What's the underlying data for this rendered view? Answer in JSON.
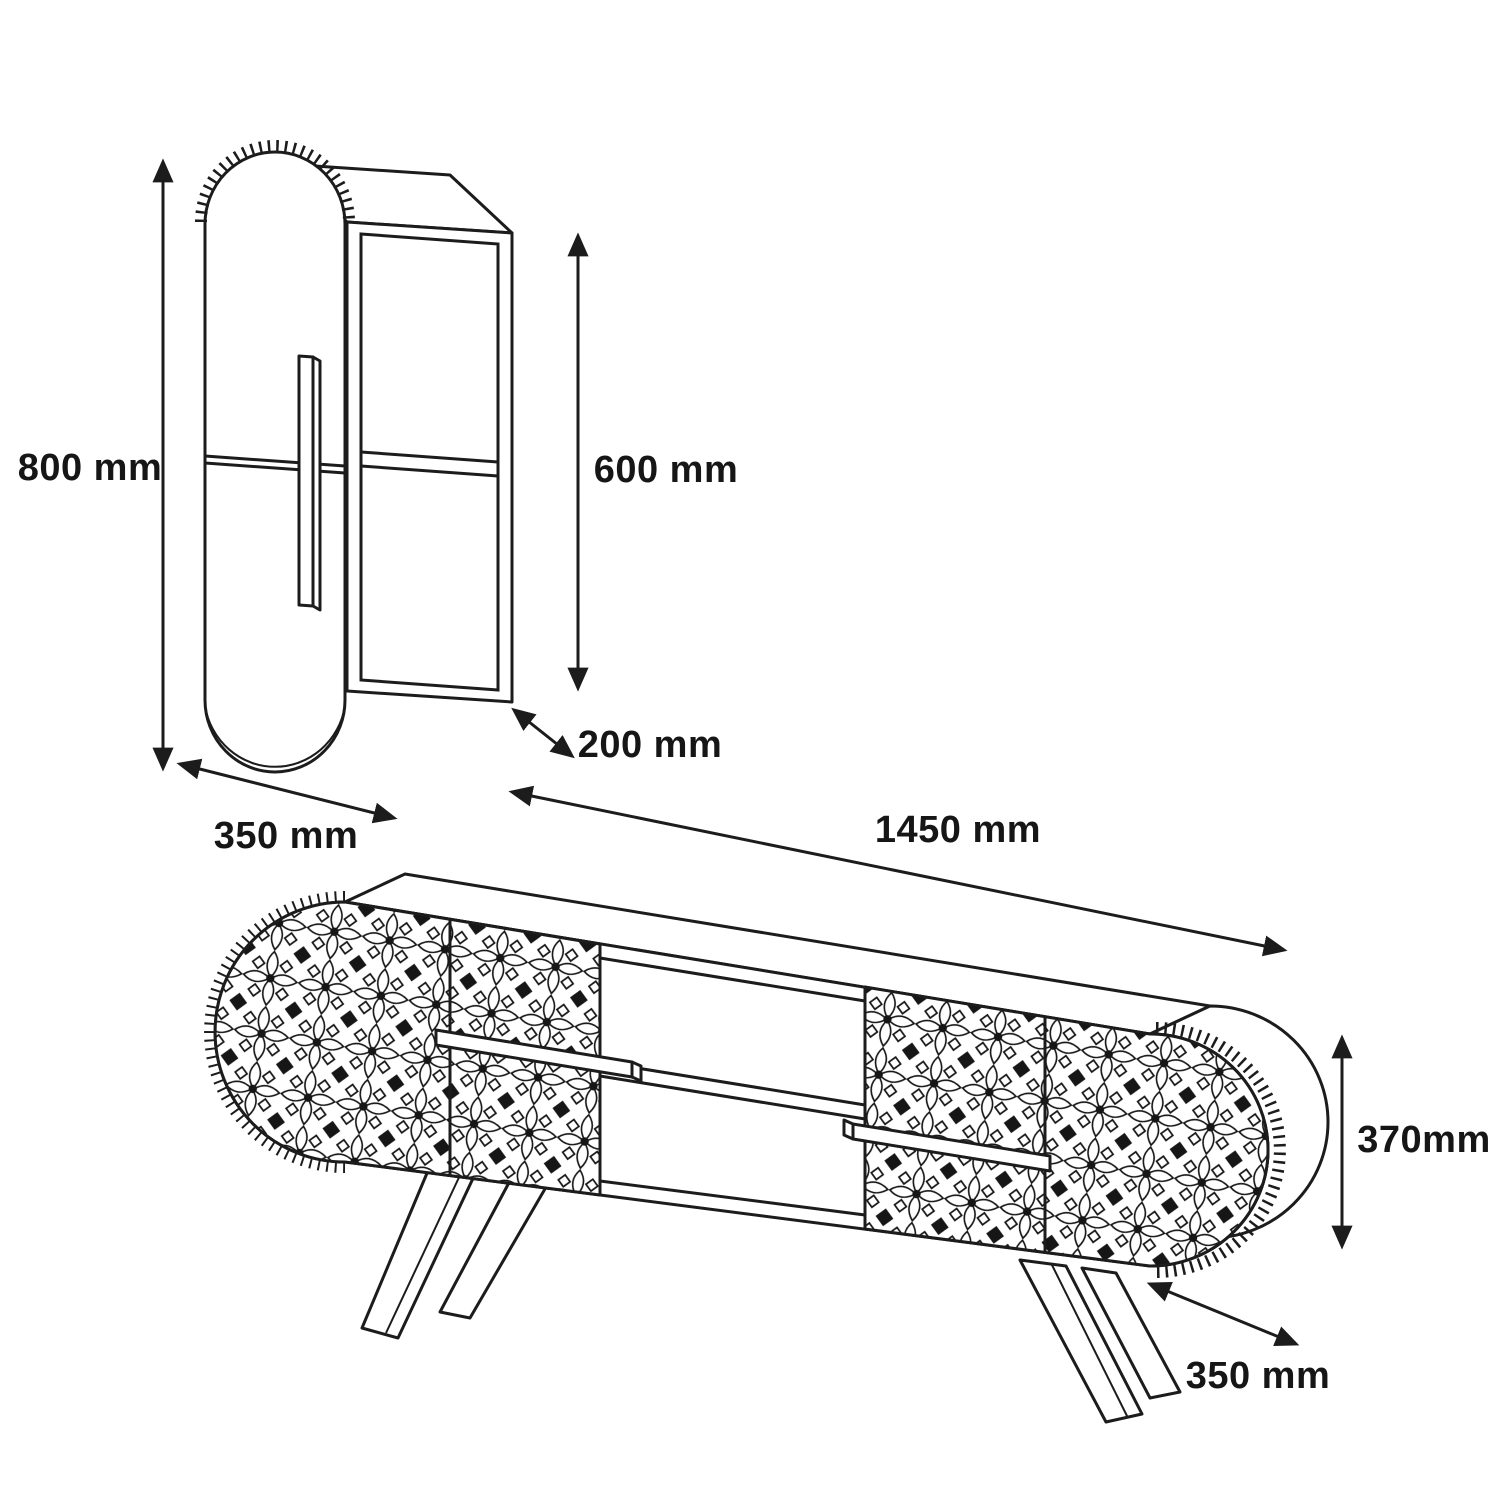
{
  "colors": {
    "line": "#1c1c1c",
    "background": "#ffffff"
  },
  "dimensions": {
    "wall_cabinet": {
      "height": "800 mm",
      "shelf_unit_height": "600 mm",
      "depth": "200 mm",
      "width": "350 mm"
    },
    "tv_stand": {
      "length": "1450 mm",
      "height": "370mm",
      "depth": "350 mm"
    }
  }
}
